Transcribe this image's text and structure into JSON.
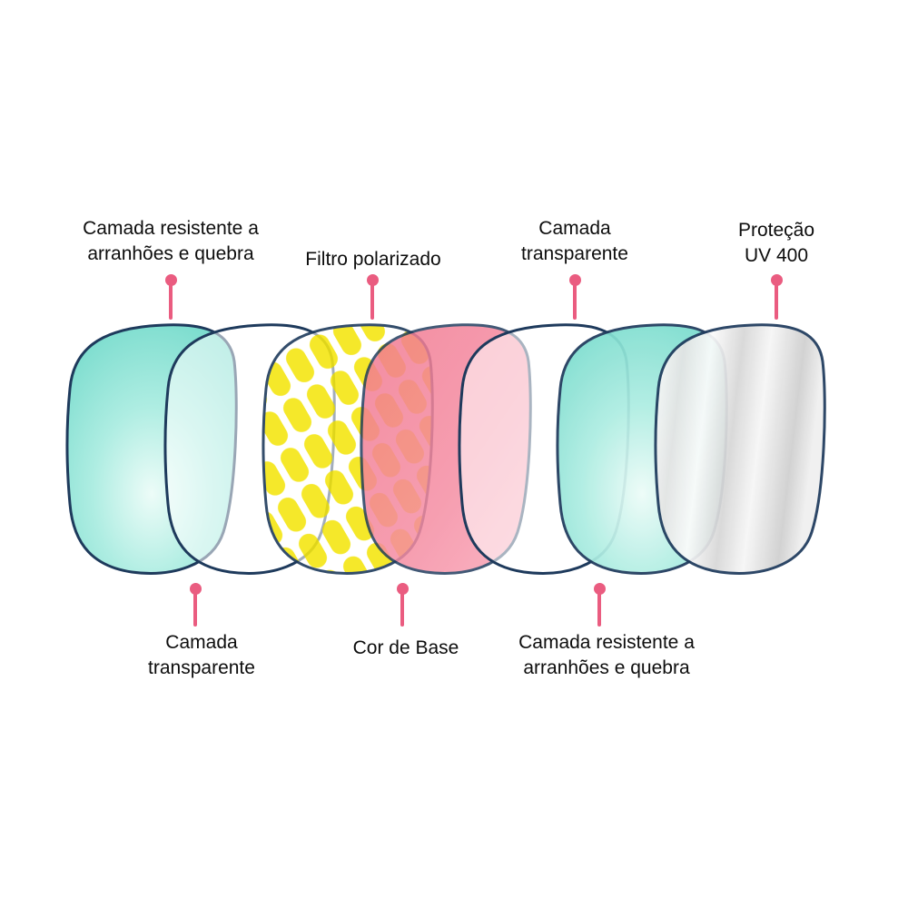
{
  "diagram": {
    "labels_top": [
      {
        "text": "Camada resistente a arranhões e quebra"
      },
      {
        "text": "Filtro polarizado"
      },
      {
        "text": "Camada transparente"
      },
      {
        "text": "Proteção UV 400"
      }
    ],
    "labels_bottom": [
      {
        "text": "Camada transparente"
      },
      {
        "text": "Cor de Base"
      },
      {
        "text": "Camada resistente a arranhões e quebra"
      }
    ],
    "layers": [
      {
        "name": "Camada resistente a arranhões e quebra",
        "color": "#79DCCD"
      },
      {
        "name": "Camada transparente",
        "color": "#FFFFFF"
      },
      {
        "name": "Filtro polarizado",
        "color": "#F4E614"
      },
      {
        "name": "Cor de Base",
        "color": "#F2809A"
      },
      {
        "name": "Camada transparente",
        "color": "#FFFFFF"
      },
      {
        "name": "Camada resistente a arranhões e quebra",
        "color": "#79DCCD"
      },
      {
        "name": "Proteção UV 400",
        "color": "#E6E6E6"
      }
    ],
    "pin_color": "#EA5C80",
    "outline_color": "#1E3A5C"
  }
}
